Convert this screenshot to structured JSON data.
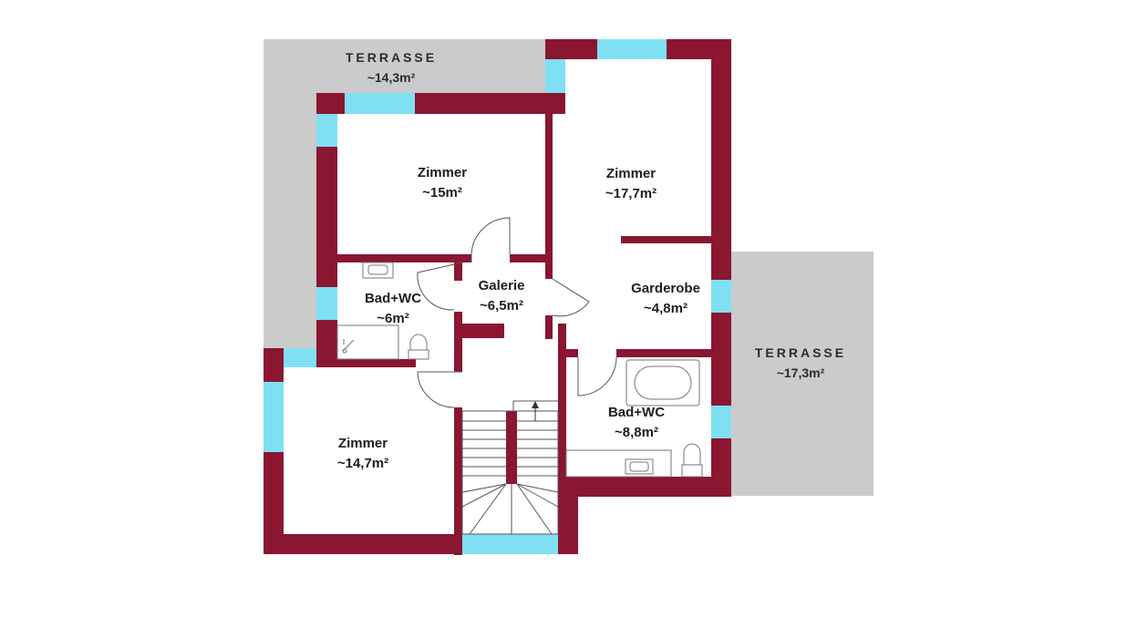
{
  "colors": {
    "wall": "#8a1631",
    "window": "#7fe0f3",
    "terrace": "#cbcbcb",
    "background": "#ffffff"
  },
  "terraces": {
    "north": {
      "title": "TERRASSE",
      "area": "~14,3m²"
    },
    "east": {
      "title": "TERRASSE",
      "area": "~17,3m²"
    }
  },
  "rooms": {
    "zimmer_1": {
      "name": "Zimmer",
      "area": "~15m²"
    },
    "zimmer_2": {
      "name": "Zimmer",
      "area": "~17,7m²"
    },
    "galerie": {
      "name": "Galerie",
      "area": "~6,5m²"
    },
    "garderobe": {
      "name": "Garderobe",
      "area": "~4,8m²"
    },
    "bad_wc_1": {
      "name": "Bad+WC",
      "area": "~6m²"
    },
    "bad_wc_2": {
      "name": "Bad+WC",
      "area": "~8,8m²"
    },
    "zimmer_3": {
      "name": "Zimmer",
      "area": "~14,7m²"
    }
  },
  "icons": [
    "stair-arrow-icon",
    "bathtub-icon",
    "toilet-icon",
    "sink-icon",
    "shower-icon",
    "door-swing-icon"
  ]
}
